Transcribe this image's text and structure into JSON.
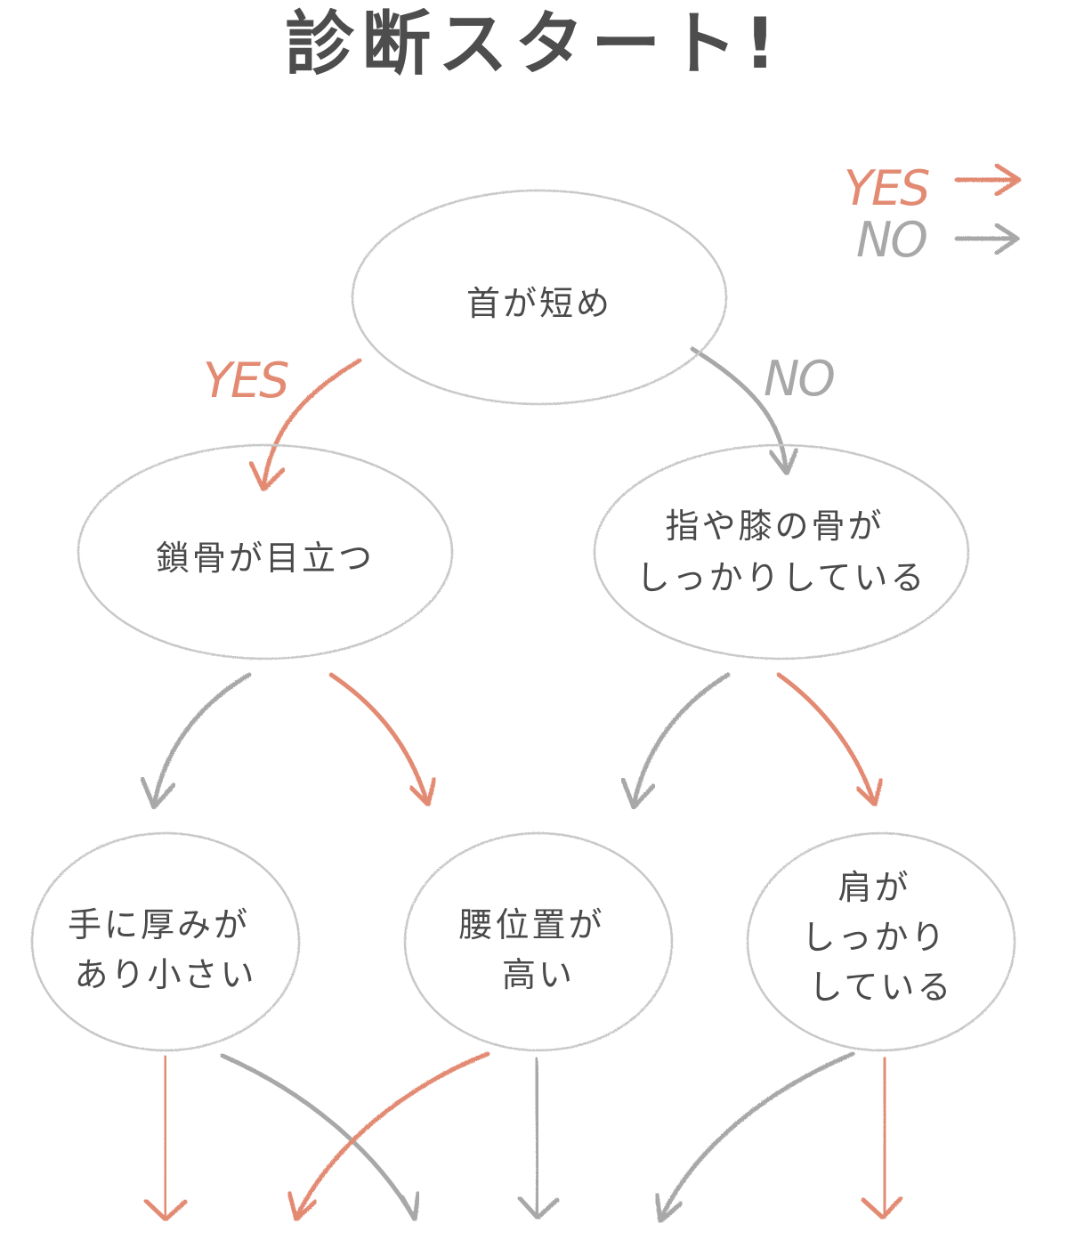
{
  "title": "診断スタート!",
  "legend": {
    "yes_label": "YES",
    "no_label": "NO"
  },
  "colors": {
    "yes": "#e38a73",
    "no": "#a8a8a8",
    "node_stroke": "#c8c8c8",
    "text": "#4a4a4a"
  },
  "nodes": [
    {
      "id": "neck",
      "lines": [
        "首が短め"
      ]
    },
    {
      "id": "collarbone",
      "lines": [
        "鎖骨が目立つ"
      ]
    },
    {
      "id": "joints",
      "lines": [
        "指や膝の骨が",
        "しっかりしている"
      ]
    },
    {
      "id": "hands",
      "lines": [
        "手に厚みが",
        "あり小さい"
      ]
    },
    {
      "id": "waist",
      "lines": [
        "腰位置が",
        "高い"
      ]
    },
    {
      "id": "shoulders",
      "lines": [
        "肩が",
        "しっかり",
        "している"
      ]
    }
  ],
  "branch_labels": {
    "neck_yes": "YES",
    "neck_no": "NO"
  },
  "edges": [
    {
      "from": "neck",
      "to": "collarbone",
      "answer": "yes"
    },
    {
      "from": "neck",
      "to": "joints",
      "answer": "no"
    },
    {
      "from": "collarbone",
      "to": "hands",
      "answer": "no"
    },
    {
      "from": "collarbone",
      "to": "waist",
      "answer": "yes"
    },
    {
      "from": "joints",
      "to": "waist",
      "answer": "no"
    },
    {
      "from": "joints",
      "to": "shoulders",
      "answer": "yes"
    },
    {
      "from": "hands",
      "to": "out-1",
      "answer": "yes"
    },
    {
      "from": "hands",
      "to": "out-3",
      "answer": "no"
    },
    {
      "from": "waist",
      "to": "out-2",
      "answer": "yes"
    },
    {
      "from": "waist",
      "to": "out-4",
      "answer": "no"
    },
    {
      "from": "shoulders",
      "to": "out-5",
      "answer": "no"
    },
    {
      "from": "shoulders",
      "to": "out-6",
      "answer": "yes"
    }
  ]
}
